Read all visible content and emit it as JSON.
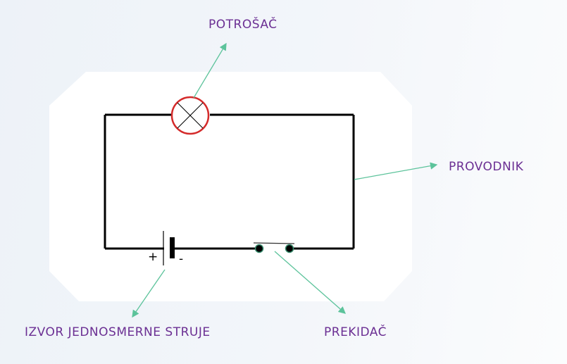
{
  "labels": {
    "load": "POTROŠAČ",
    "conductor": "PROVODNIK",
    "source": "IZVOR JEDNOSMERNE STRUJE",
    "switch": "PREKIDAČ"
  },
  "battery_signs": {
    "plus": "+",
    "minus": "-"
  },
  "colors": {
    "label": "#6b2f93",
    "arrow": "#5cc39b",
    "lamp": "#d42a2a",
    "wire": "#000000"
  }
}
